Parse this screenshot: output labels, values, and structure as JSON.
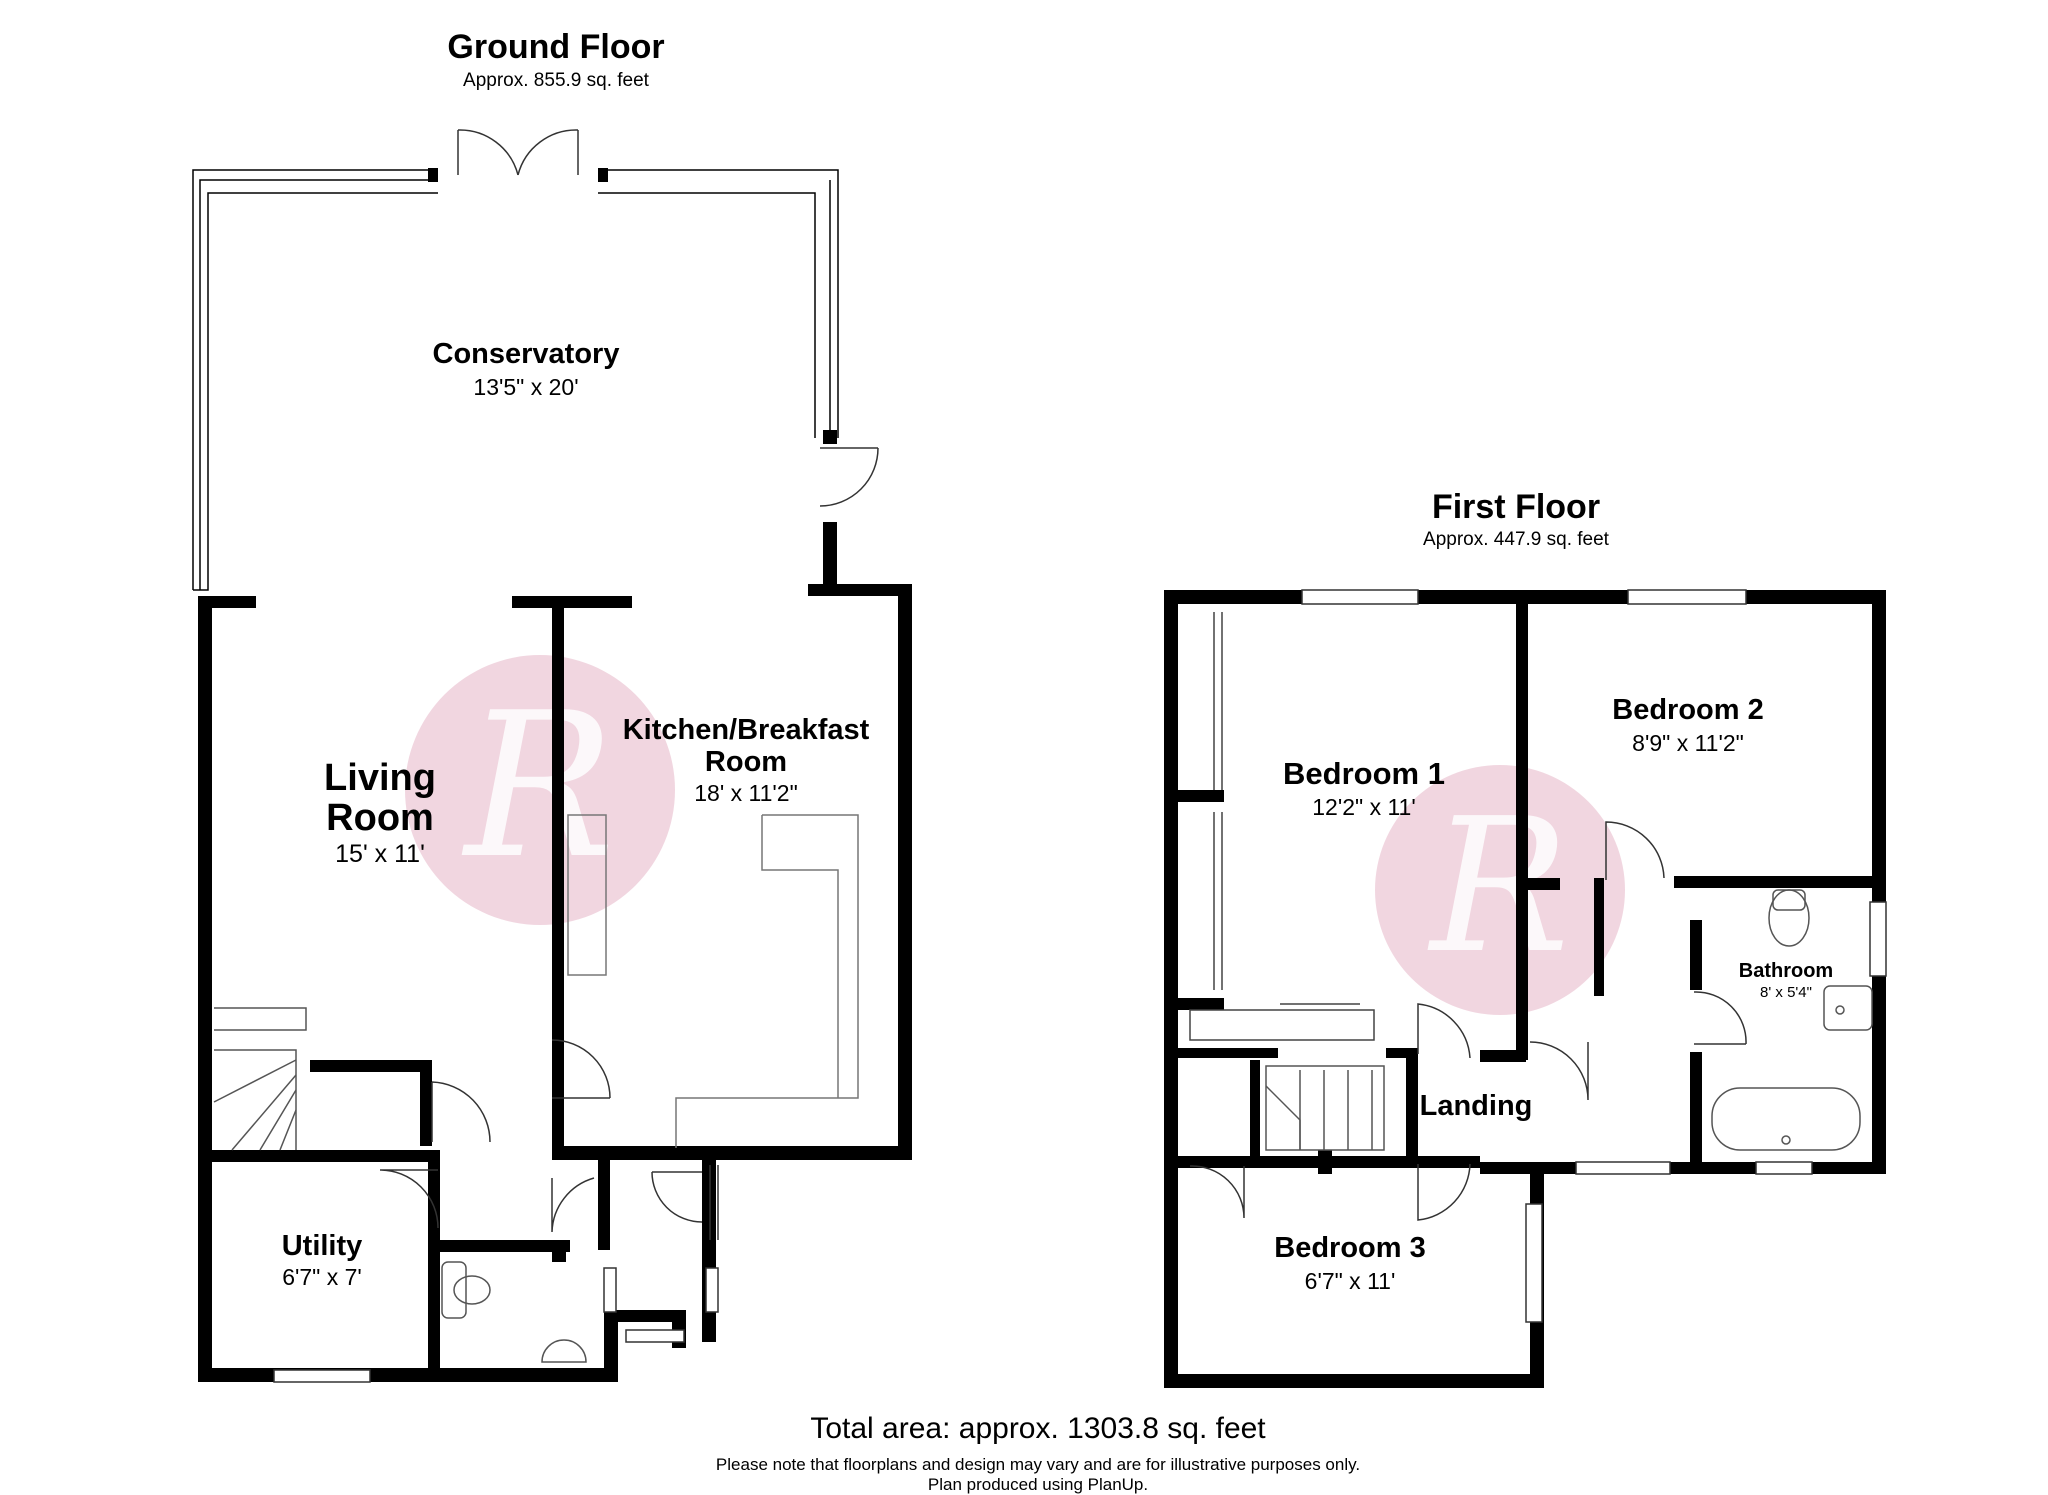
{
  "ground_floor": {
    "title": "Ground Floor",
    "area": "Approx. 855.9 sq. feet",
    "rooms": {
      "conservatory": {
        "name": "Conservatory",
        "dims": "13'5\" x 20'"
      },
      "living_room": {
        "name_line1": "Living",
        "name_line2": "Room",
        "dims": "15' x 11'"
      },
      "kitchen": {
        "name_line1": "Kitchen/Breakfast",
        "name_line2": "Room",
        "dims": "18' x 11'2\""
      },
      "utility": {
        "name": "Utility",
        "dims": "6'7\" x 7'"
      }
    }
  },
  "first_floor": {
    "title": "First Floor",
    "area": "Approx. 447.9 sq. feet",
    "rooms": {
      "bedroom1": {
        "name": "Bedroom 1",
        "dims": "12'2\" x 11'"
      },
      "bedroom2": {
        "name": "Bedroom 2",
        "dims": "8'9\" x 11'2\""
      },
      "bedroom3": {
        "name": "Bedroom 3",
        "dims": "6'7\" x 11'"
      },
      "bathroom": {
        "name": "Bathroom",
        "dims": "8' x 5'4\""
      },
      "landing": {
        "name": "Landing"
      }
    }
  },
  "footer": {
    "total": "Total area: approx. 1303.8 sq. feet",
    "note_line1": "Please note that floorplans and design may vary and are for illustrative purposes only.",
    "note_line2": "Plan produced using PlanUp."
  },
  "watermark": {
    "letter": "R",
    "color": "#ecc8d6"
  },
  "colors": {
    "wall": "#000000",
    "fixture": "#555555",
    "window": "#888888"
  }
}
